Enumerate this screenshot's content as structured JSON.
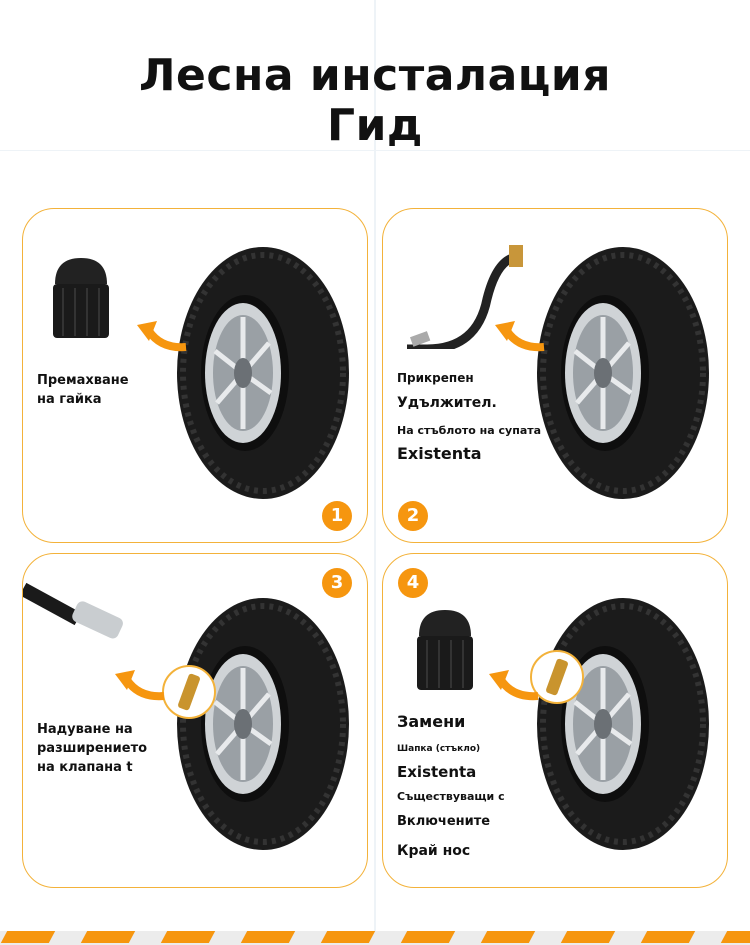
{
  "title": {
    "line1": "Лесна инсталация",
    "line2": "Гид"
  },
  "steps": [
    {
      "number": "1",
      "lines": [
        "Премахване",
        "на гайка"
      ]
    },
    {
      "number": "2",
      "lines": [
        "Прикрепен",
        "Удължител.",
        "На стъблото на супата",
        "Existenta"
      ]
    },
    {
      "number": "3",
      "lines": [
        "Надуване на",
        "разширението",
        "на клапана t"
      ]
    },
    {
      "number": "4",
      "lines": [
        "Замени",
        "Шапка (стъкло)",
        "Existenta",
        "Съществуващи с",
        "Включените",
        "Край нос"
      ]
    }
  ],
  "colors": {
    "accent": "#f6960f",
    "border": "#f3b23a"
  }
}
